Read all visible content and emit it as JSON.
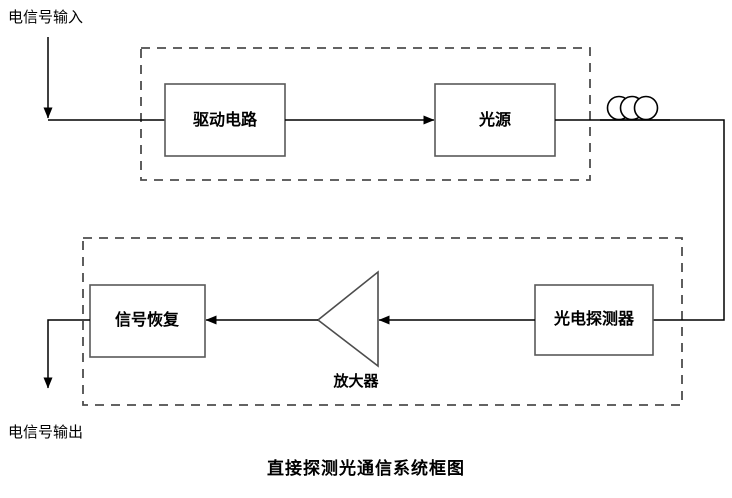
{
  "figure": {
    "caption": "直接探测光通信系统框图",
    "io_labels": {
      "input": "电信号输入",
      "output": "电信号输出"
    },
    "blocks": [
      {
        "id": "drive-circuit",
        "label": "驱动电路"
      },
      {
        "id": "light-source",
        "label": "光源"
      },
      {
        "id": "photodetector",
        "label": "光电探测器"
      },
      {
        "id": "amplifier",
        "label": "放大器"
      },
      {
        "id": "signal-recovery",
        "label": "信号恢复"
      }
    ],
    "colors": {
      "background": "#ffffff",
      "wire": "#000000",
      "box_stroke": "#595959",
      "dashed_stroke": "#4d4d4d",
      "text": "#000000"
    }
  }
}
